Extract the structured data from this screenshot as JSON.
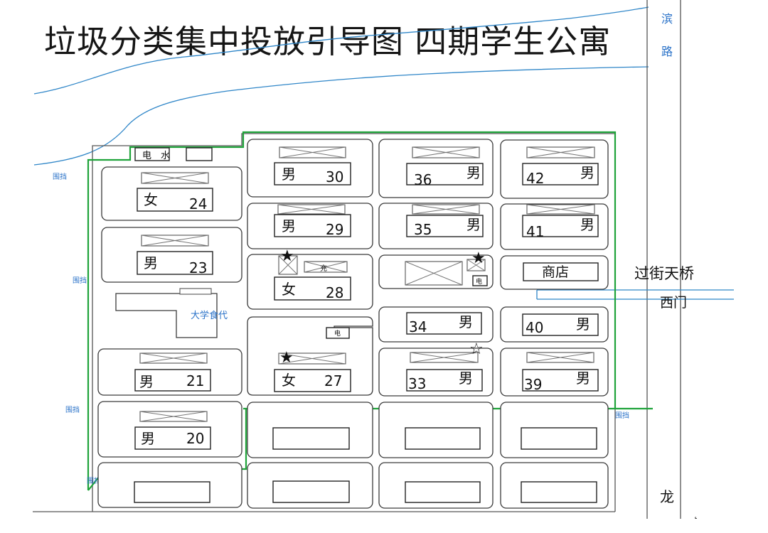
{
  "title": "垃圾分类集中投放引导图 四期学生公寓",
  "road_top": [
    "滨",
    "路"
  ],
  "road_bottom": "龙",
  "bridge_label": "过街天桥",
  "gate_label": "西门",
  "canteen_label": "大学食代",
  "fence_label": "围挡",
  "power_label": "电",
  "water_label": "水",
  "shop_label": "商店",
  "bin_center_label": "充",
  "buildings": [
    {
      "gender": "男",
      "number": "30"
    },
    {
      "gender": "男",
      "number": "36"
    },
    {
      "gender": "男",
      "number": "42"
    },
    {
      "gender": "女",
      "number": "24"
    },
    {
      "gender": "男",
      "number": "29"
    },
    {
      "gender": "男",
      "number": "35"
    },
    {
      "gender": "男",
      "number": "41"
    },
    {
      "gender": "男",
      "number": "23"
    },
    {
      "gender": "女",
      "number": "28"
    },
    {
      "gender": "男",
      "number": "34"
    },
    {
      "gender": "男",
      "number": "40"
    },
    {
      "gender": "男",
      "number": "21"
    },
    {
      "gender": "女",
      "number": "27"
    },
    {
      "gender": "男",
      "number": "33"
    },
    {
      "gender": "男",
      "number": "39"
    },
    {
      "gender": "男",
      "number": "20"
    }
  ]
}
